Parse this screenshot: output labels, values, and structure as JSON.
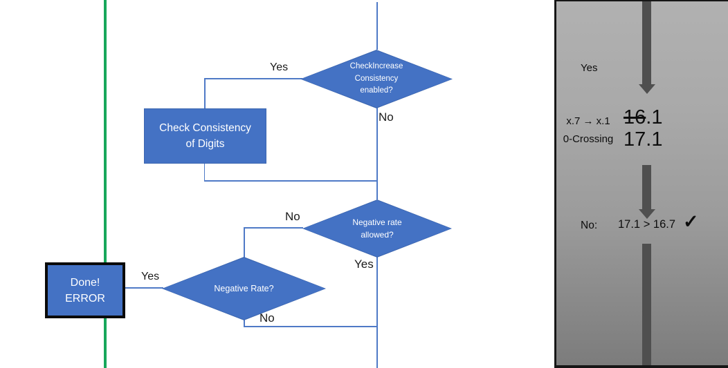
{
  "flowchart": {
    "decision_top": {
      "line1": "CheckIncrease",
      "line2": "Consistency",
      "line3": "enabled?"
    },
    "process_check": {
      "line1": "Check Consistency",
      "line2": "of Digits"
    },
    "decision_mid": {
      "line1": "Negative rate",
      "line2": "allowed?"
    },
    "decision_neg": {
      "label": "Negative Rate?"
    },
    "terminal_error": {
      "line1": "Done!",
      "line2": "ERROR"
    },
    "labels": {
      "top_yes": "Yes",
      "top_no": "No",
      "mid_no": "No",
      "mid_yes": "Yes",
      "neg_yes": "Yes",
      "neg_no": "No"
    }
  },
  "panel": {
    "yes_label": "Yes",
    "note": {
      "line1": "x.7 → x.1",
      "line2": "0-Crossing"
    },
    "old_value": {
      "struck": "16",
      "rest": ".1"
    },
    "new_value": "17.1",
    "result": {
      "no_label": "No:",
      "comparison": "17.1 > 16.7",
      "checkmark": "✓"
    }
  },
  "colors": {
    "shape_blue": "#4472c4",
    "shape_border_blue": "#3c66b0",
    "connector_blue": "#4e79c6",
    "green_line": "#17a75b",
    "arrow_gray": "#4f4f4f",
    "panel_gray_top": "#b1b1b1",
    "panel_gray_bottom": "#7c7c7c",
    "shape_text": "#ffffff",
    "label_text": "#1a1a1a"
  }
}
